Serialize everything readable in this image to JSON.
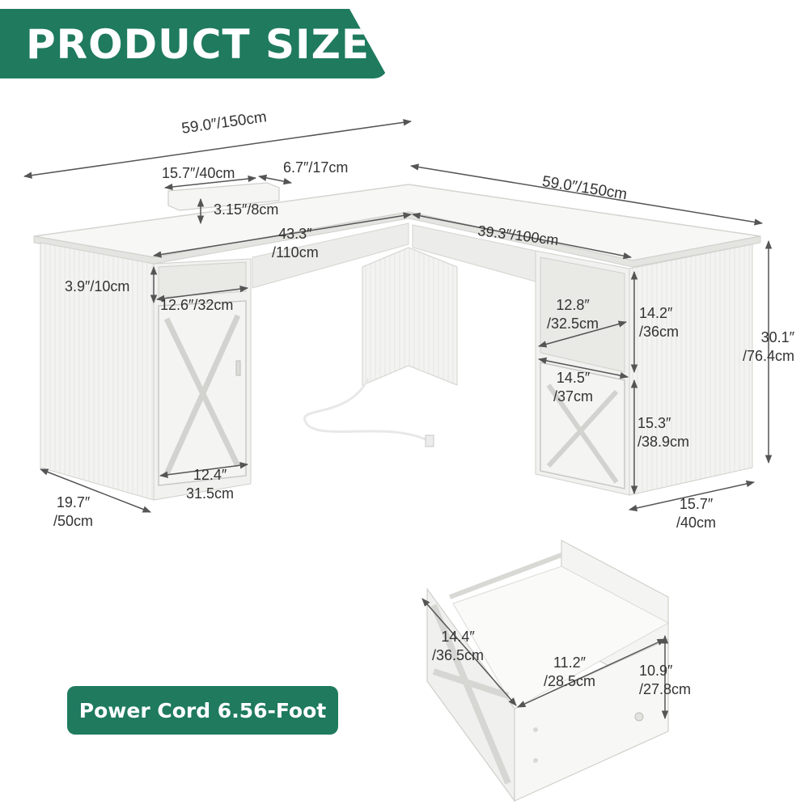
{
  "header": {
    "title": "PRODUCT SIZE"
  },
  "badge": {
    "power_cord": "Power Cord 6.56-Foot"
  },
  "colors": {
    "accent": "#1f7a5e",
    "text": "#333333",
    "furniture": "#f4f4f2",
    "lines": "#555555"
  },
  "dimensions": {
    "overall_width_left": "59.0″/150cm",
    "overall_width_right": "59.0″/150cm",
    "riser_width": "15.7″/40cm",
    "riser_gap": "6.7″/17cm",
    "riser_height": "3.15″/8cm",
    "knee_width_left": {
      "line1": "43.3″",
      "line2": "/110cm"
    },
    "knee_width_right": "39.3″/100cm",
    "shelf_height_left": "3.9″/10cm",
    "shelf_width_left": "12.6″/32cm",
    "door_width": {
      "line1": "12.4″",
      "line2": "31.5cm"
    },
    "depth_left": {
      "line1": "19.7″",
      "line2": "/50cm"
    },
    "shelf_width_right": {
      "line1": "12.8″",
      "line2": "/32.5cm"
    },
    "shelf_height_right": {
      "line1": "14.2″",
      "line2": "/36cm"
    },
    "desk_height": {
      "line1": "30.1″",
      "line2": "/76.4cm"
    },
    "drawer_cabinet_width": {
      "line1": "14.5″",
      "line2": "/37cm"
    },
    "drawer_cabinet_height": {
      "line1": "15.3″",
      "line2": "/38.9cm"
    },
    "depth_right": {
      "line1": "15.7″",
      "line2": "/40cm"
    },
    "drawer_depth": {
      "line1": "14.4″",
      "line2": "/36.5cm"
    },
    "drawer_inner_width": {
      "line1": "11.2″",
      "line2": "/28.5cm"
    },
    "drawer_inner_height": {
      "line1": "10.9″",
      "line2": "/27.8cm"
    }
  }
}
